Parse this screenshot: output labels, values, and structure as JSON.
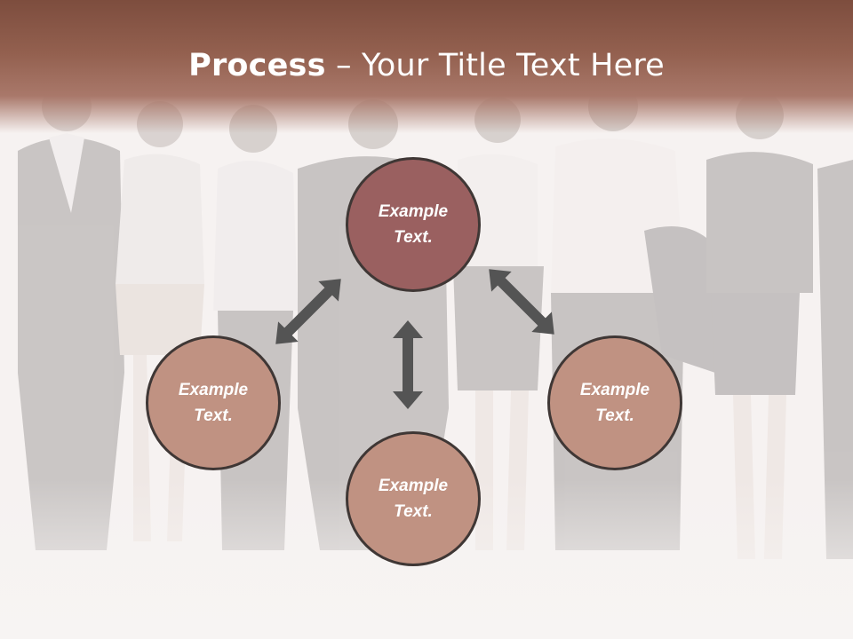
{
  "title": {
    "bold": "Process",
    "rest": " – Your Title Text Here"
  },
  "circles": {
    "top": "Example Text.",
    "left": "Example Text.",
    "bottom": "Example Text.",
    "right": "Example Text."
  },
  "colors": {
    "header": "#8d5a4a",
    "circle_main": "#9a6060",
    "circle_secondary": "#c09282",
    "circle_border": "#3f3735",
    "arrow": "#545454"
  }
}
